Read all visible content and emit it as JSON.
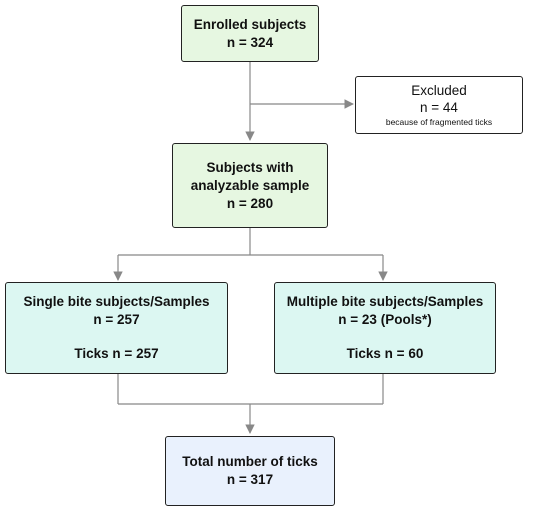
{
  "boxes": {
    "enrolled": {
      "title": "Enrolled subjects",
      "count": "n = 324"
    },
    "excluded": {
      "title": "Excluded",
      "count": "n = 44",
      "reason": "because of fragmented ticks"
    },
    "analyzable": {
      "line1": "Subjects with",
      "line2": "analyzable sample",
      "count": "n = 280"
    },
    "single": {
      "title": "Single bite subjects/Samples",
      "count": "n = 257",
      "ticks": "Ticks n = 257"
    },
    "multiple": {
      "title": "Multiple bite subjects/Samples",
      "count": "n = 23 (Pools*)",
      "ticks": "Ticks n = 60"
    },
    "total": {
      "title": "Total number of ticks",
      "count": "n = 317"
    }
  },
  "colors": {
    "green_box": "#e6f7e1",
    "teal_box": "#dcf7f2",
    "blue_box": "#e9f1fd",
    "border": "#222222",
    "connector": "#888888"
  }
}
